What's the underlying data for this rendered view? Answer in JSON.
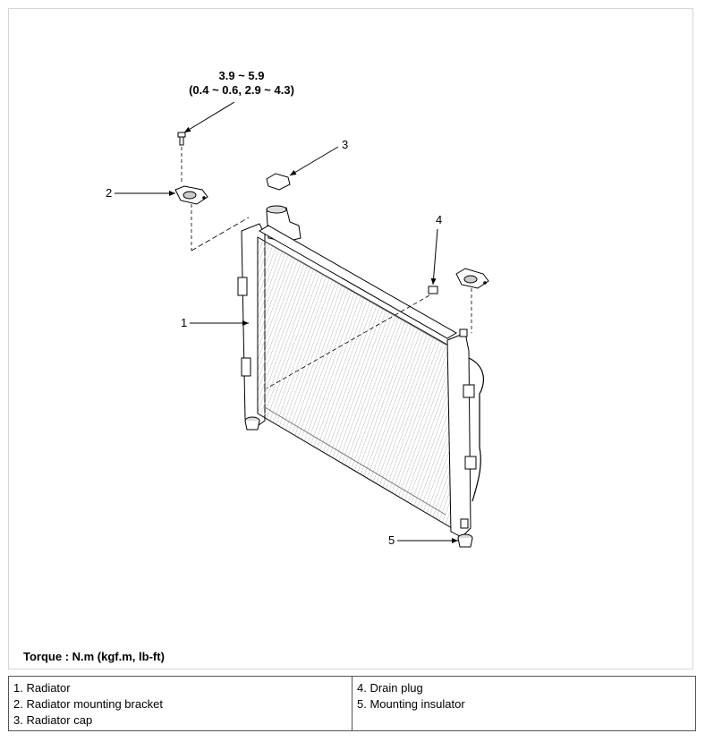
{
  "torque_spec": {
    "line1": "3.9 ~ 5.9",
    "line2": "(0.4 ~ 0.6, 2.9 ~ 4.3)"
  },
  "callouts": {
    "c1": "1",
    "c2": "2",
    "c3": "3",
    "c4": "4",
    "c5": "5"
  },
  "torque_note": "Torque : N.m (kgf.m, lb-ft)",
  "legend": {
    "left": [
      {
        "num": "1.",
        "text": "Radiator"
      },
      {
        "num": "2.",
        "text": "Radiator mounting bracket"
      },
      {
        "num": "3.",
        "text": "Radiator cap"
      }
    ],
    "right": [
      {
        "num": "4.",
        "text": "Drain plug"
      },
      {
        "num": "5.",
        "text": "Mounting insulator"
      }
    ]
  }
}
